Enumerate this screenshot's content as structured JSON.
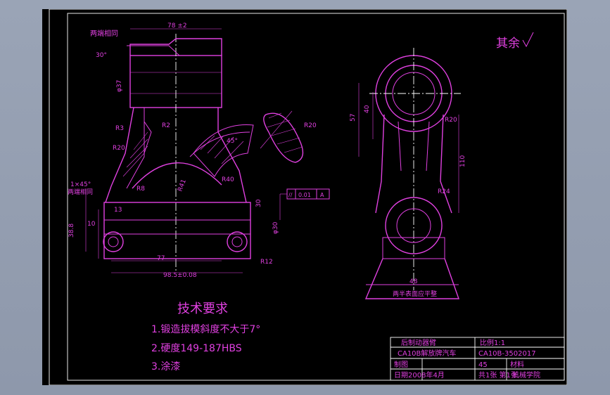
{
  "notes": {
    "corner_label": "其余",
    "title": "技术要求",
    "items": [
      "1.锻造拔模斜度不大于7°",
      "2.硬度149-187HBS",
      "3.涂漆"
    ]
  },
  "labels": {
    "both_ends": "两端相同",
    "mirror_both": "两端相同",
    "plane_note": "两半表面应平整",
    "tolerance_box": [
      "//",
      "0.01",
      "A"
    ]
  },
  "dimensions": {
    "top_width": "78 ±2",
    "base_width": "98.5±0.08",
    "inner_width": "77",
    "height_57": "57",
    "height_40": "40",
    "height_110": "110",
    "d34": "30°",
    "r20": "R20",
    "r24": "R24",
    "r40": "R40",
    "r41": "R41",
    "r12": "R12",
    "r8": "R8",
    "r3": "R3",
    "r2": "R2",
    "angle45": "45°",
    "chamfer": "1×45°",
    "phi37": "φ37",
    "phi30": "φ30",
    "d388": "38.8",
    "d10": "10",
    "d13": "13",
    "d30": "30",
    "d48": "48"
  },
  "titleblock": {
    "name": "后制动器臂",
    "scale": "比例1:1",
    "model": "CA10B解放牌汽车",
    "part_no": "CA10B-3502017",
    "drafter": "制图",
    "material": "材料",
    "mat_code": "45",
    "date": "日期2008年4月",
    "sheet": "共1张 第1张",
    "org": "机械学院"
  }
}
